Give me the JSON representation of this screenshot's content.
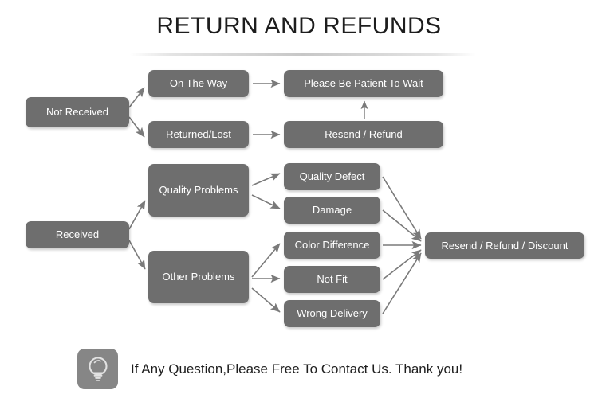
{
  "page": {
    "title": "RETURN AND REFUNDS",
    "background_color": "#ffffff",
    "node_color": "#6e6e6e",
    "node_text_color": "#ffffff",
    "arrow_color": "#7a7a7a",
    "divider_color": "#c4c4c4"
  },
  "diagram": {
    "type": "flowchart",
    "nodes": {
      "not_received": "Not Received",
      "on_the_way": "On The Way",
      "returned_lost": "Returned/Lost",
      "please_wait": "Please Be Patient To Wait",
      "resend_refund": "Resend / Refund",
      "received": "Received",
      "quality_problems": "Quality Problems",
      "other_problems": "Other Problems",
      "quality_defect": "Quality Defect",
      "damage": "Damage",
      "color_difference": "Color Difference",
      "not_fit": "Not Fit",
      "wrong_delivery": "Wrong Delivery",
      "resend_refund_discount": "Resend / Refund / Discount"
    },
    "edges": [
      {
        "from": "not_received",
        "to": "on_the_way"
      },
      {
        "from": "not_received",
        "to": "returned_lost"
      },
      {
        "from": "on_the_way",
        "to": "please_wait"
      },
      {
        "from": "returned_lost",
        "to": "resend_refund"
      },
      {
        "from": "resend_refund",
        "to": "please_wait"
      },
      {
        "from": "received",
        "to": "quality_problems"
      },
      {
        "from": "received",
        "to": "other_problems"
      },
      {
        "from": "quality_problems",
        "to": "quality_defect"
      },
      {
        "from": "quality_problems",
        "to": "damage"
      },
      {
        "from": "other_problems",
        "to": "color_difference"
      },
      {
        "from": "other_problems",
        "to": "not_fit"
      },
      {
        "from": "other_problems",
        "to": "wrong_delivery"
      },
      {
        "from": "quality_defect",
        "to": "resend_refund_discount"
      },
      {
        "from": "damage",
        "to": "resend_refund_discount"
      },
      {
        "from": "color_difference",
        "to": "resend_refund_discount"
      },
      {
        "from": "not_fit",
        "to": "resend_refund_discount"
      },
      {
        "from": "wrong_delivery",
        "to": "resend_refund_discount"
      }
    ]
  },
  "footer": {
    "icon": "lightbulb-icon",
    "text": "If Any Question,Please Free To Contact Us. Thank you!"
  }
}
